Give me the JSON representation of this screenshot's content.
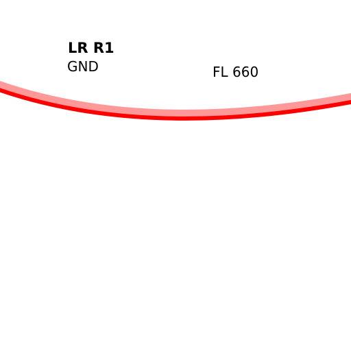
{
  "airspace": {
    "name": "LR R1",
    "lower_limit": "GND",
    "upper_limit": "FL 660",
    "boundary_color": "#ff0000",
    "boundary_inner_color": "#ff9999"
  }
}
